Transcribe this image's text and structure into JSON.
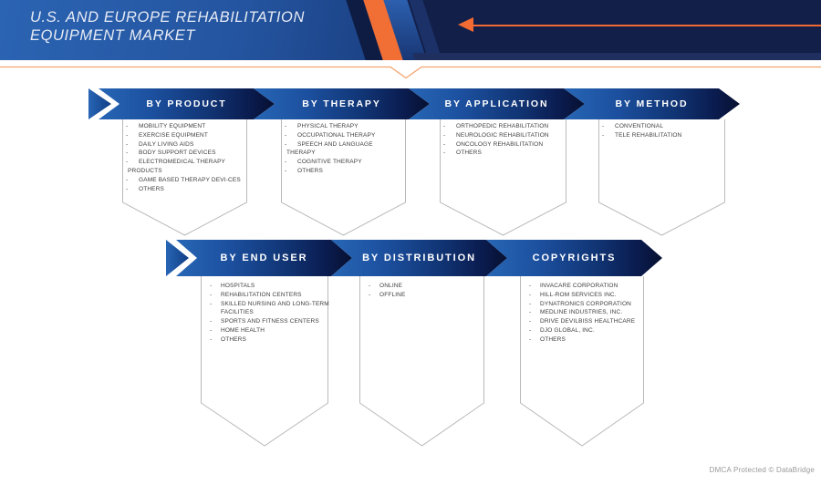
{
  "header": {
    "title_line1": "U.S. AND EUROPE REHABILITATION",
    "title_line2": "EQUIPMENT MARKET"
  },
  "rows": [
    {
      "segments": [
        {
          "label": "BY PRODUCT",
          "items": [
            "MOBILITY EQUIPMENT",
            "EXERCISE EQUIPMENT",
            "DAILY LIVING AIDS",
            "BODY SUPPORT DEVICES",
            "ELECTROMEDICAL THERAPY PRODUCTS",
            "GAME BASED THERAPY DEVI-CES",
            "OTHERS"
          ]
        },
        {
          "label": "BY THERAPY",
          "items": [
            "PHYSICAL THERAPY",
            "OCCUPATIONAL THERAPY",
            "SPEECH AND LANGUAGE THERAPY",
            "COGNITIVE THERAPY",
            "OTHERS"
          ]
        },
        {
          "label": "BY APPLICATION",
          "items": [
            "ORTHOPEDIC REHABILITATION",
            "NEUROLOGIC REHABILITATION",
            "ONCOLOGY REHABILITATION",
            "OTHERS"
          ]
        },
        {
          "label": "BY METHOD",
          "items": [
            "CONVENTIONAL",
            "TELE REHABILITATION"
          ]
        }
      ]
    },
    {
      "segments": [
        {
          "label": "BY END USER",
          "items": [
            "HOSPITALS",
            "REHABILITATION CENTERS",
            "SKILLED NURSING AND LONG-TERM FACILITIES",
            "SPORTS AND FITNESS CENTERS",
            "HOME HEALTH",
            "OTHERS"
          ]
        },
        {
          "label": "BY DISTRIBUTION",
          "items": [
            "ONLINE",
            "OFFLINE"
          ]
        },
        {
          "label": "COPYRIGHTS",
          "items": [
            "INVACARE CORPORATION",
            "HILL-ROM SERVICES INC.",
            "DYNATRONICS CORPORATION",
            "MEDLINE INDUSTRIES, INC.",
            "DRIVE DEVILBISS HEALTHCARE",
            "DJO GLOBAL, INC.",
            "OTHERS"
          ]
        }
      ]
    }
  ],
  "footer": {
    "dmca_text": "DMCA Protected © DataBridge"
  },
  "colors": {
    "banner_gradient_start": "#2766b5",
    "banner_gradient_end": "#071030",
    "header_navy": "#121f48",
    "accent_orange": "#f16f35",
    "divider_orange": "#f3a26b",
    "outline_gray": "#b9b9b9",
    "item_text": "#3d3d3d"
  }
}
